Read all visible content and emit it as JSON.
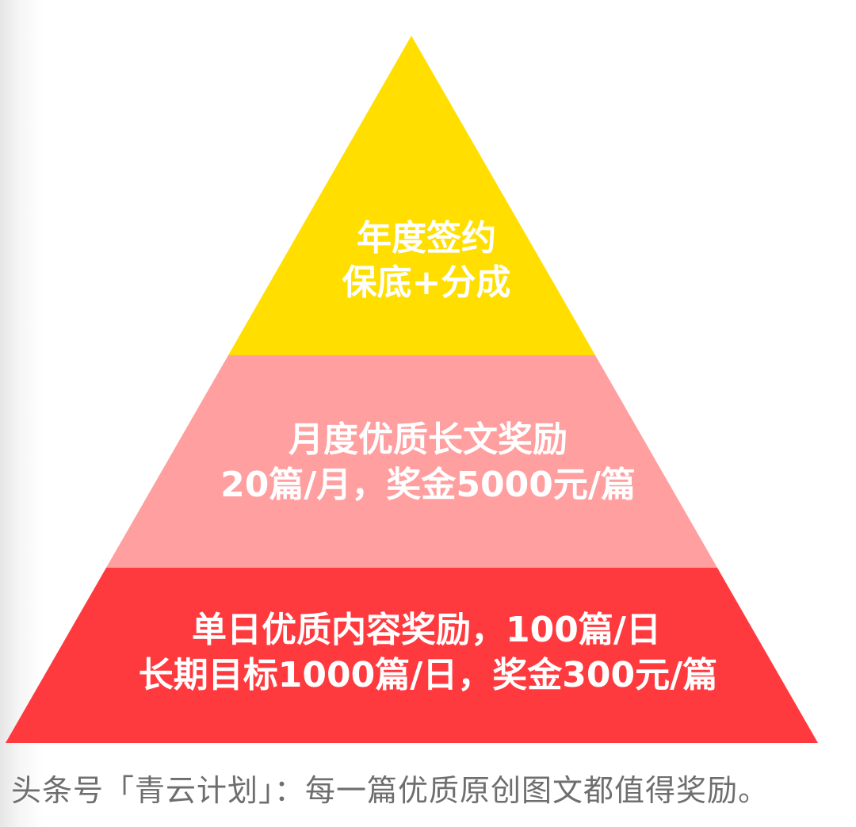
{
  "colors": {
    "top_tier": "#ffde00",
    "middle_tier": "#ff9fa0",
    "bottom_tier": "#ff3a3f",
    "tier_text": "#ffffff",
    "caption_text": "#6e6e6e"
  },
  "pyramid": {
    "tiers": [
      {
        "id": "top",
        "lines": [
          "年度签约",
          "保底+分成"
        ]
      },
      {
        "id": "middle",
        "lines": [
          "月度优质长文奖励",
          "20篇/月，奖金5000元/篇"
        ]
      },
      {
        "id": "bottom",
        "lines": [
          "单日优质内容奖励，100篇/日",
          "长期目标1000篇/日，奖金300元/篇"
        ]
      }
    ]
  },
  "caption": "头条号「青云计划」：每一篇优质原创图文都值得奖励。"
}
